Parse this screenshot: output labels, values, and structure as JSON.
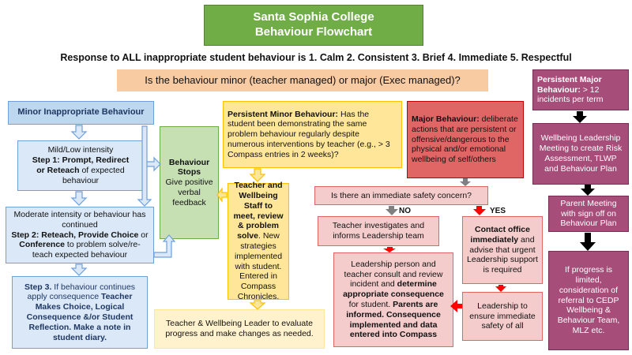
{
  "title": {
    "line1": "Santa Sophia College",
    "line2": "Behaviour Flowchart"
  },
  "subtitle": "Response to ALL inappropriate student behaviour is 1. Calm 2. Consistent 3. Brief 4. Immediate 5. Respectful",
  "question": "Is the behaviour minor (teacher managed) or major (Exec managed)?",
  "minor": {
    "heading": "Minor Inappropriate Behaviour",
    "step1": {
      "intro": "Mild/Low intensity",
      "bold1": "Step 1:  Prompt, Redirect",
      "bold2": "or Reteach",
      "rest": " of expected behaviour"
    },
    "step2": {
      "intro": "Moderate intensity or behaviour has continued",
      "bold1": "Step 2: Reteach, Provide Choice",
      "mid": " or ",
      "bold2": "Conference",
      "rest": " to problem solve/re-teach expected behaviour"
    },
    "step3": {
      "lead": "Step 3.",
      "intro": " If behaviour continues apply consequence ",
      "bold": "Teacher Makes Choice, Logical Consequence &/or Student Reflection. Make a note in student diary."
    }
  },
  "stops": {
    "bold1": "Behaviour",
    "bold2": "Stops",
    "rest": "Give positive verbal feedback"
  },
  "persistent_minor": {
    "lead": "Persistent Minor Behaviour:",
    "text": " Has the student been demonstrating the same problem behaviour regularly despite numerous interventions by teacher (e.g., > 3 Compass entries in 2 weeks)?",
    "action_bold": "Teacher and Wellbeing Staff to meet, review & problem solve",
    "action_rest": ". New strategies implemented with student. Entered in Compass Chronicles.",
    "evaluate": "Teacher & Wellbeing Leader to evaluate progress and make changes as needed."
  },
  "major": {
    "lead": "Major Behaviour:",
    "text": " deliberate actions that are persistent or offensive/dangerous to the physical and/or emotional wellbeing of self/others",
    "safety_q": "Is there an immediate safety concern?",
    "no": "NO",
    "yes": "YES",
    "investigate": "Teacher investigates and informs Leadership team",
    "contact_bold": "Contact office immediately",
    "contact_rest": " and advise that urgent Leadership support is required",
    "ensure": "Leadership to ensure immediate safety of all",
    "consult_a": "Leadership person and teacher consult and review incident and ",
    "consult_b": "determine appropriate consequence",
    "consult_c": " for student. ",
    "consult_d": "Parents are informed. Consequence implemented and data entered into Compass"
  },
  "persistent_major": {
    "lead": "Persistent Major Behaviour:",
    "text": " > 12 incidents per term",
    "meeting": "Wellbeing Leadership Meeting to create Risk Assessment, TLWP and Behaviour Plan",
    "parent": "Parent Meeting with sign off on Behaviour Plan",
    "progress": "If progress is limited, consideration of referral to CEDP Wellbeing & Behaviour Team, MLZ etc."
  }
}
